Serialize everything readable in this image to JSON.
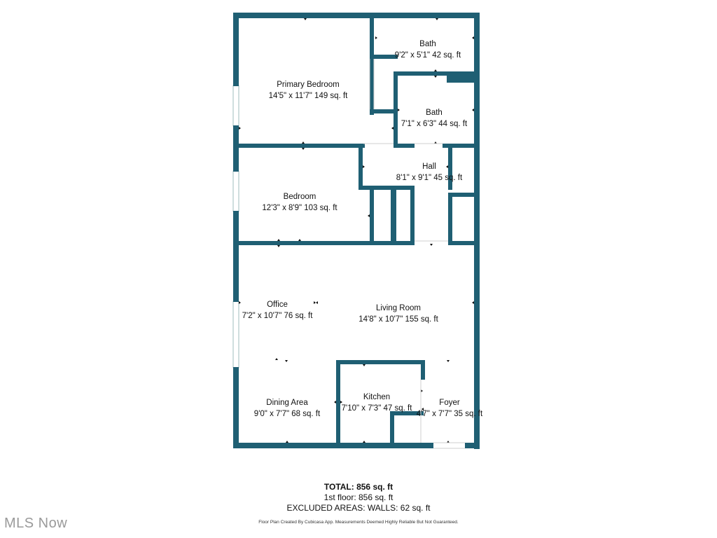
{
  "colors": {
    "wall": "#1f5f73",
    "window": "#c9d9d9",
    "background": "#ffffff"
  },
  "rooms": [
    {
      "name": "Primary Bedroom",
      "size": "14'5\" x 11'7\" 149 sq. ft"
    },
    {
      "name": "Bath",
      "size": "9'2\" x 5'1\" 42 sq. ft"
    },
    {
      "name": "Bath",
      "size": "7'1\" x 6'3\" 44 sq. ft"
    },
    {
      "name": "Hall",
      "size": "8'1\" x 9'1\" 45 sq. ft"
    },
    {
      "name": "Bedroom",
      "size": "12'3\" x 8'9\" 103 sq. ft"
    },
    {
      "name": "Office",
      "size": "7'2\" x 10'7\" 76 sq. ft"
    },
    {
      "name": "Living Room",
      "size": "14'8\" x 10'7\" 155 sq. ft"
    },
    {
      "name": "Dining Area",
      "size": "9'0\" x 7'7\" 68 sq. ft"
    },
    {
      "name": "Kitchen",
      "size": "7'10\" x 7'3\" 47 sq. ft"
    },
    {
      "name": "Foyer",
      "size": "4'7\" x 7'7\" 35 sq. ft"
    }
  ],
  "totals": {
    "total": "TOTAL: 856 sq. ft",
    "floor": "1st floor: 856 sq. ft",
    "excluded": "EXCLUDED AREAS: WALLS: 62 sq. ft"
  },
  "disclaimer": "Floor Plan Created By Cubicasa App. Measurements Deemed Highly Reliable But Not Guaranteed.",
  "logo": "MLS Now"
}
